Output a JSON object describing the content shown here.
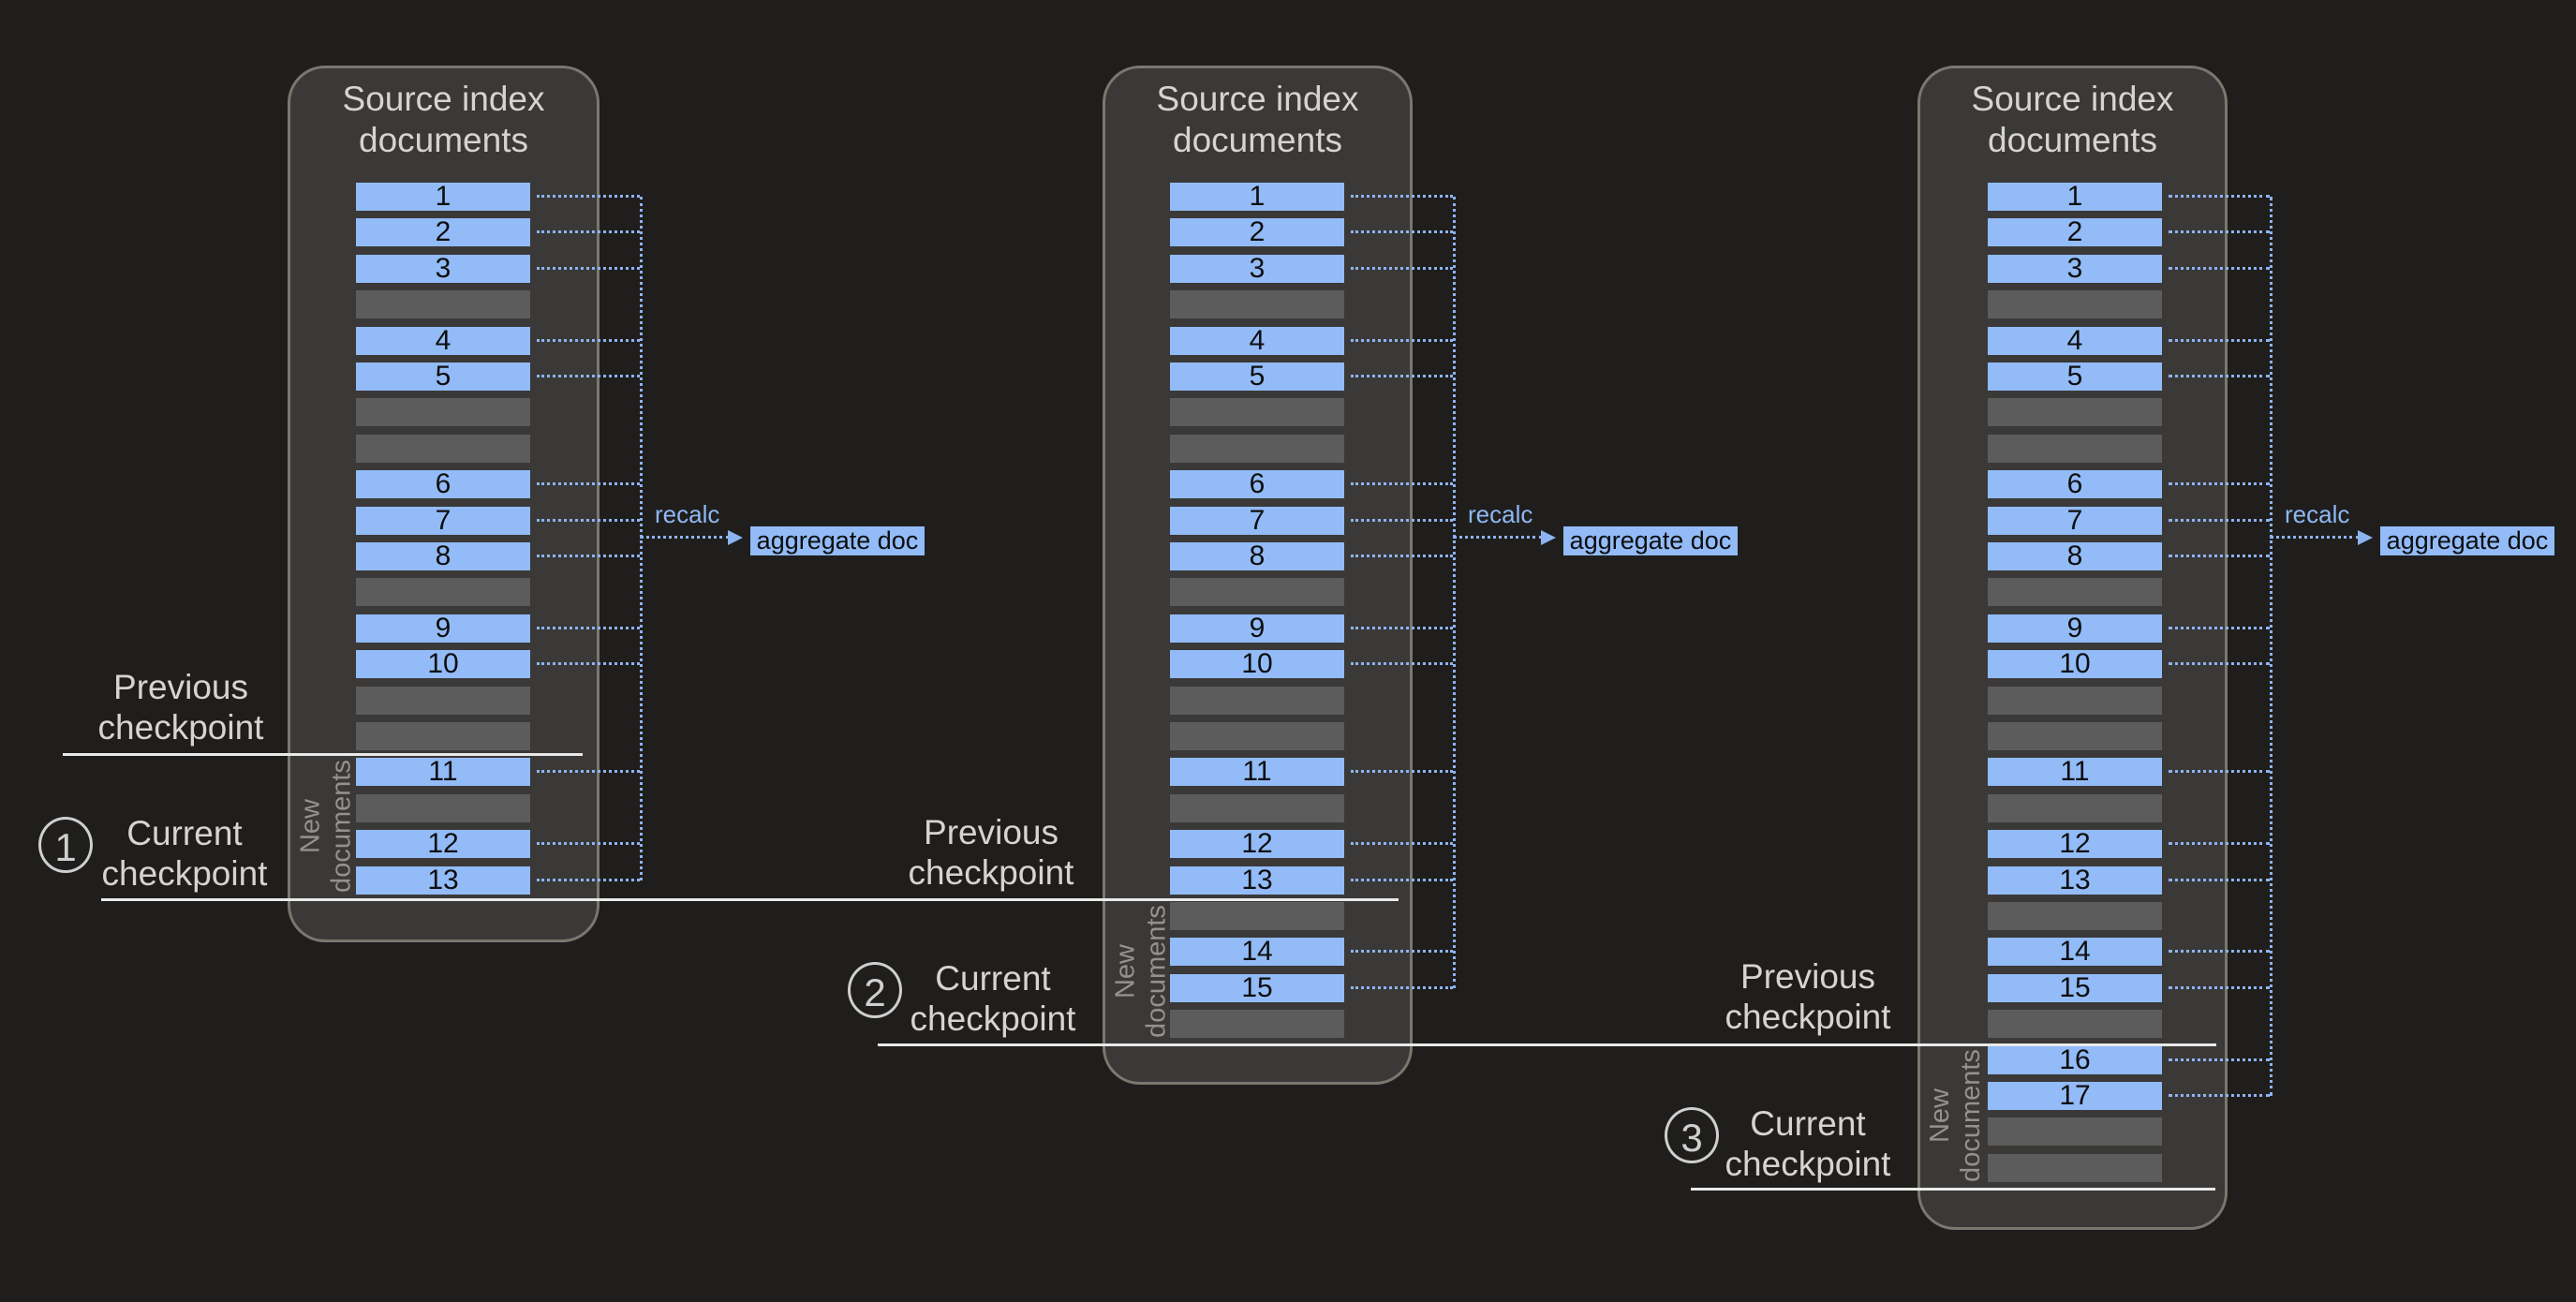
{
  "diagram": {
    "panel_title": "Source index documents",
    "new_documents_label": "New documents",
    "recalc_label": "recalc",
    "aggregate_doc_label": "aggregate doc",
    "previous_checkpoint_label": "Previous checkpoint",
    "current_checkpoint_label": "Current checkpoint",
    "checkpoint_numbers": [
      "1",
      "2",
      "3"
    ],
    "panels": [
      {
        "name": "checkpoint-1",
        "rows": [
          "1",
          "2",
          "3",
          null,
          "4",
          "5",
          null,
          null,
          "6",
          "7",
          "8",
          null,
          "9",
          "10",
          null,
          null,
          "11",
          null,
          "12",
          "13"
        ]
      },
      {
        "name": "checkpoint-2",
        "rows": [
          "1",
          "2",
          "3",
          null,
          "4",
          "5",
          null,
          null,
          "6",
          "7",
          "8",
          null,
          "9",
          "10",
          null,
          null,
          "11",
          null,
          "12",
          "13",
          null,
          "14",
          "15",
          null
        ]
      },
      {
        "name": "checkpoint-3",
        "rows": [
          "1",
          "2",
          "3",
          null,
          "4",
          "5",
          null,
          null,
          "6",
          "7",
          "8",
          null,
          "9",
          "10",
          null,
          null,
          "11",
          null,
          "12",
          "13",
          null,
          "14",
          "15",
          null,
          "16",
          "17",
          null,
          null
        ]
      }
    ],
    "colors": {
      "background": "#1f1e1c",
      "panel_fill": "#3a3938",
      "panel_border": "#79786f",
      "document_bar": "#92bbf7",
      "empty_bar": "#5c5c5c",
      "connector_blue": "#8db3f1",
      "recalc_text": "#8fb8f4",
      "checkpoint_line": "#e9e9e9",
      "label_text": "#d6d4d2",
      "new_documents_text": "#94928e"
    }
  }
}
